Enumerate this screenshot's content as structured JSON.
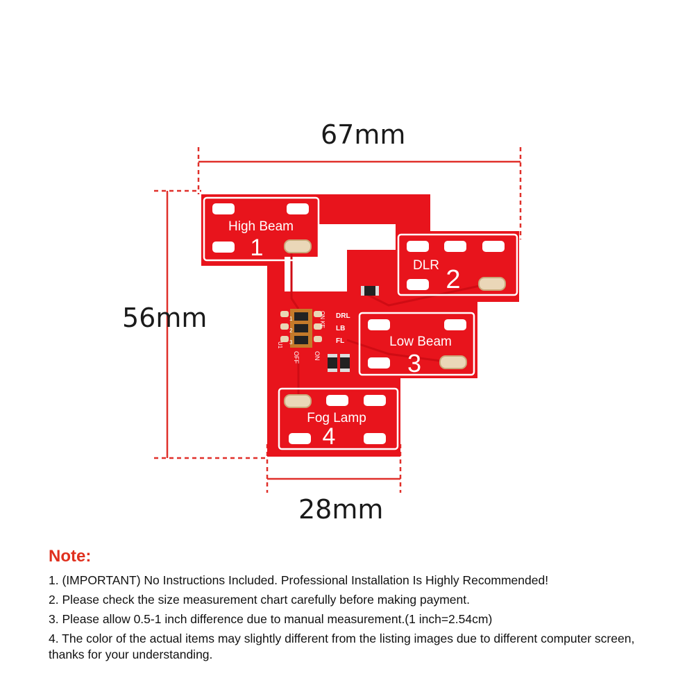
{
  "dimensions": {
    "width": "67mm",
    "height": "56mm",
    "bottom_width": "28mm"
  },
  "board": {
    "pad1_name": "High Beam",
    "pad1_number": "1",
    "pad2_name": "DLR",
    "pad2_number": "2",
    "pad3_name": "Low Beam",
    "pad3_number": "3",
    "pad4_name": "Fog Lamp",
    "pad4_number": "4",
    "switch_labels": [
      "DRL",
      "LB",
      "FL"
    ],
    "switch_top_label": "ON KE",
    "switch_ref": "U1",
    "switch_off": "OFF",
    "switch_on": "ON",
    "switch_numbers": [
      "1",
      "2",
      "3"
    ]
  },
  "colors": {
    "board_red": "#e8141c",
    "dimension_line": "#e0302a",
    "note_title": "#e0301e"
  },
  "note": {
    "title": "Note:",
    "lines": [
      "1. (IMPORTANT) No Instructions Included. Professional Installation Is Highly Recommended!",
      "2. Please check the size measurement chart carefully before making payment.",
      "3. Please allow 0.5-1 inch difference due to manual measurement.(1 inch=2.54cm)",
      "4. The color of the actual items may slightly different from the listing images due to different computer screen, thanks for your understanding."
    ]
  }
}
